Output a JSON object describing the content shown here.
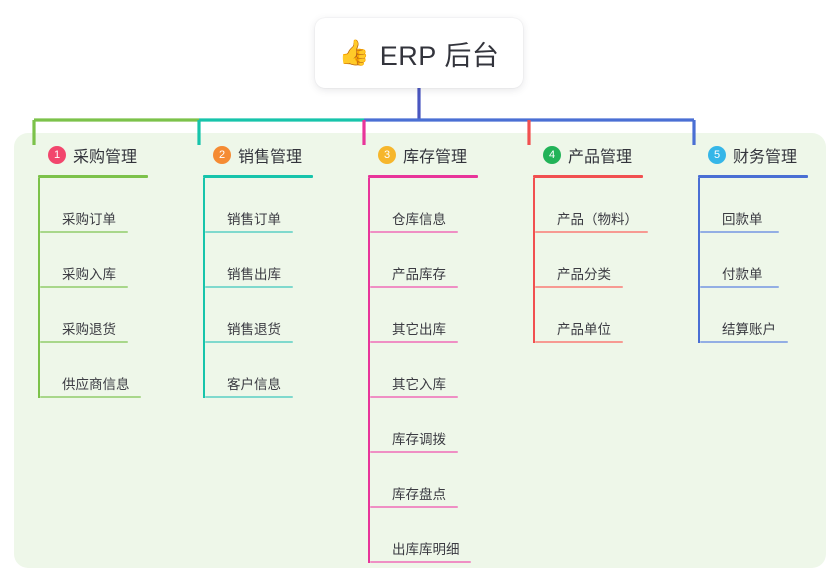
{
  "root": {
    "icon": "thumbs-up-icon",
    "emoji": "👍",
    "title": "ERP 后台"
  },
  "palette": {
    "panel_bg": "#eef7e9",
    "page_bg": "#ffffff",
    "text": "#33343c",
    "trunk_line": "#4a56c0"
  },
  "columns": [
    {
      "number": "1",
      "title": "采购管理",
      "badge_color": "#f2466d",
      "line_color": "#7cc24a",
      "item_line_color": "#a8d78a",
      "connector_color": "#7cc24a",
      "items": [
        {
          "label": "采购订单",
          "width": 88
        },
        {
          "label": "采购入库",
          "width": 88
        },
        {
          "label": "采购退货",
          "width": 88
        },
        {
          "label": "供应商信息",
          "width": 101
        }
      ]
    },
    {
      "number": "2",
      "title": "销售管理",
      "badge_color": "#f58b33",
      "line_color": "#17c4ab",
      "item_line_color": "#7fd9cd",
      "connector_color": "#17c4ab",
      "items": [
        {
          "label": "销售订单",
          "width": 88
        },
        {
          "label": "销售出库",
          "width": 88
        },
        {
          "label": "销售退货",
          "width": 88
        },
        {
          "label": "客户信息",
          "width": 88
        }
      ]
    },
    {
      "number": "3",
      "title": "库存管理",
      "badge_color": "#f6b62c",
      "line_color": "#e8359a",
      "item_line_color": "#ef8fc4",
      "connector_color": "#e8359a",
      "items": [
        {
          "label": "仓库信息",
          "width": 88
        },
        {
          "label": "产品库存",
          "width": 88
        },
        {
          "label": "其它出库",
          "width": 88
        },
        {
          "label": "其它入库",
          "width": 88
        },
        {
          "label": "库存调拨",
          "width": 88
        },
        {
          "label": "库存盘点",
          "width": 88
        },
        {
          "label": "出库库明细",
          "width": 101
        }
      ]
    },
    {
      "number": "4",
      "title": "产品管理",
      "badge_color": "#22b358",
      "line_color": "#f15050",
      "item_line_color": "#f79a92",
      "connector_color": "#f15050",
      "items": [
        {
          "label": "产品（物料）",
          "width": 113
        },
        {
          "label": "产品分类",
          "width": 88
        },
        {
          "label": "产品单位",
          "width": 88
        }
      ]
    },
    {
      "number": "5",
      "title": "财务管理",
      "badge_color": "#35b6e8",
      "line_color": "#4a6fd4",
      "item_line_color": "#93aee4",
      "connector_color": "#4a6fd4",
      "items": [
        {
          "label": "回款单",
          "width": 79
        },
        {
          "label": "付款单",
          "width": 79
        },
        {
          "label": "结算账户",
          "width": 88
        }
      ]
    }
  ]
}
